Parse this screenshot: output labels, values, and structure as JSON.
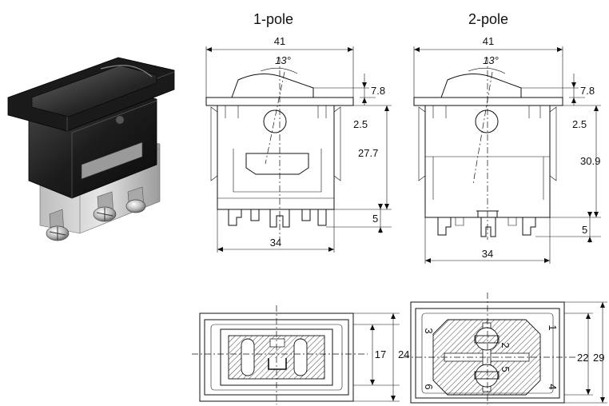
{
  "titles": {
    "one_pole": "1-pole",
    "two_pole": "2-pole"
  },
  "one_pole": {
    "width_top": "41",
    "angle": "13°",
    "rocker_height": "7.8",
    "flange": "2.5",
    "body_height": "27.7",
    "terminal": "5",
    "width_bottom": "34"
  },
  "two_pole": {
    "width_top": "41",
    "angle": "13°",
    "rocker_height": "7.8",
    "flange": "2.5",
    "body_height": "30.9",
    "terminal": "5",
    "width_bottom": "34"
  },
  "bottom_views": {
    "one_pole": {
      "inner_height": "17",
      "outer_height": "24"
    },
    "two_pole": {
      "inner_height": "22",
      "outer_height": "29",
      "terminal_numbers": [
        "3",
        "1",
        "6",
        "4",
        "2",
        "5"
      ]
    }
  }
}
